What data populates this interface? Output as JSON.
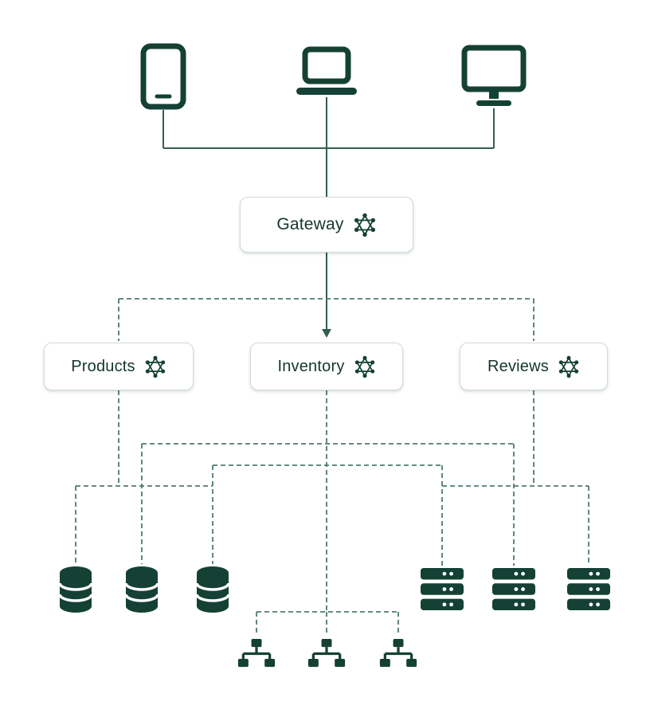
{
  "title": "GraphQL federated architecture diagram",
  "colors": {
    "ink": "#154135",
    "solid_line": "#335e4e",
    "dashed_line": "#4e7b69",
    "box_border": "#d5dcd8",
    "box_text": "#14362c",
    "background": "#ffffff"
  },
  "clients": [
    {
      "name": "tablet-client"
    },
    {
      "name": "laptop-client"
    },
    {
      "name": "desktop-client"
    }
  ],
  "gateway": {
    "label": "Gateway",
    "icon": "graphql-logo"
  },
  "services": [
    {
      "label": "Products",
      "icon": "graphql-logo"
    },
    {
      "label": "Inventory",
      "icon": "graphql-logo"
    },
    {
      "label": "Reviews",
      "icon": "graphql-logo"
    }
  ],
  "resources": {
    "databases": {
      "icon": "database-cylinder",
      "count": 3
    },
    "servers": {
      "icon": "server-rack",
      "count": 3
    },
    "networks": {
      "icon": "network-switch",
      "count": 3
    }
  }
}
